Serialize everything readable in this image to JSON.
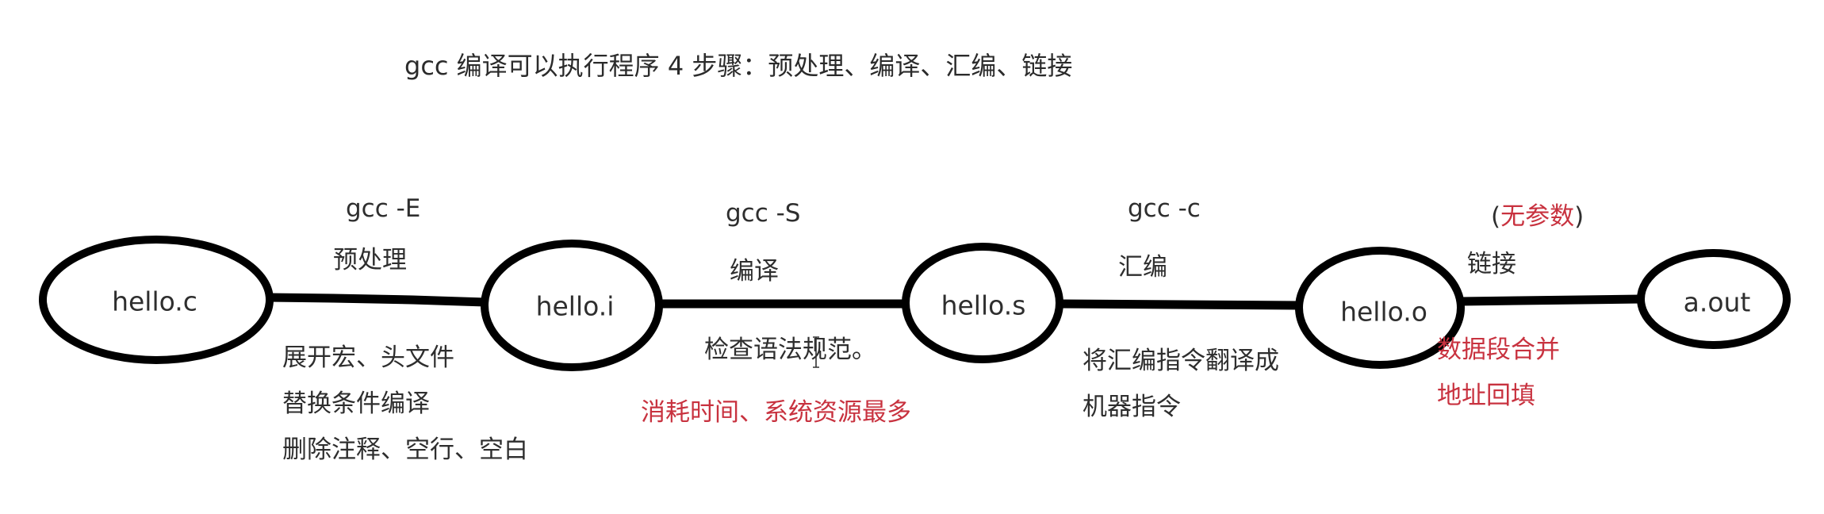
{
  "title": "gcc 编译可以执行程序  4 步骤：预处理、编译、汇编、链接",
  "colors": {
    "line": "#000000",
    "text": "#2e2e2e",
    "highlight_red": "#c8323f",
    "background": "#ffffff"
  },
  "nodes": [
    {
      "id": "hello_c",
      "label": "hello.c"
    },
    {
      "id": "hello_i",
      "label": "hello.i"
    },
    {
      "id": "hello_s",
      "label": "hello.s"
    },
    {
      "id": "hello_o",
      "label": "hello.o"
    },
    {
      "id": "a_out",
      "label": "a.out"
    }
  ],
  "edges": [
    {
      "from": "hello.c",
      "to": "hello.i",
      "command": "gcc   -E",
      "stage": "预处理",
      "notes": [
        "展开宏、头文件",
        "替换条件编译",
        "删除注释、空行、空白"
      ],
      "red_notes": []
    },
    {
      "from": "hello.i",
      "to": "hello.s",
      "command": "gcc -S",
      "stage": "编译",
      "notes": [
        "检查语法规范。"
      ],
      "red_notes": [
        "消耗时间、系统资源最多"
      ]
    },
    {
      "from": "hello.s",
      "to": "hello.o",
      "command": "gcc -c",
      "stage": "汇编",
      "notes": [
        "将汇编指令翻译成",
        "机器指令"
      ],
      "red_notes": []
    },
    {
      "from": "hello.o",
      "to": "a.out",
      "command_prefix": "(",
      "command_red": "无参数",
      "command_suffix": ")",
      "stage": "链接",
      "notes": [],
      "red_notes": [
        "数据段合并",
        "地址回填"
      ]
    }
  ],
  "cursor": "text-ibeam"
}
